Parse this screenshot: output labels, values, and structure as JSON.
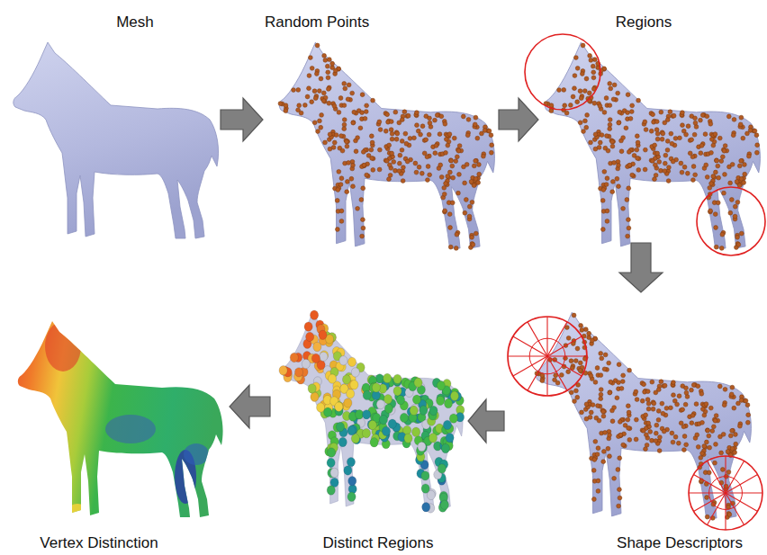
{
  "diagram": {
    "nodes": [
      {
        "text": [
          "Mesh"
        ]
      },
      {
        "text": [
          "Random Points"
        ]
      },
      {
        "text": [
          "Regions"
        ]
      },
      {
        "text": [
          "Shape Descriptors"
        ]
      },
      {
        "text": [
          "Distinct Regions"
        ]
      },
      {
        "text": [
          "Vertex Distinction"
        ]
      }
    ],
    "edges": [
      {
        "from": 0,
        "to": 1,
        "arrow": "to"
      },
      {
        "from": 1,
        "to": 2,
        "arrow": "to"
      },
      {
        "from": 2,
        "to": 3,
        "arrow": "to"
      },
      {
        "from": 3,
        "to": 4,
        "arrow": "to"
      },
      {
        "from": 4,
        "to": 5,
        "arrow": "to"
      }
    ]
  }
}
